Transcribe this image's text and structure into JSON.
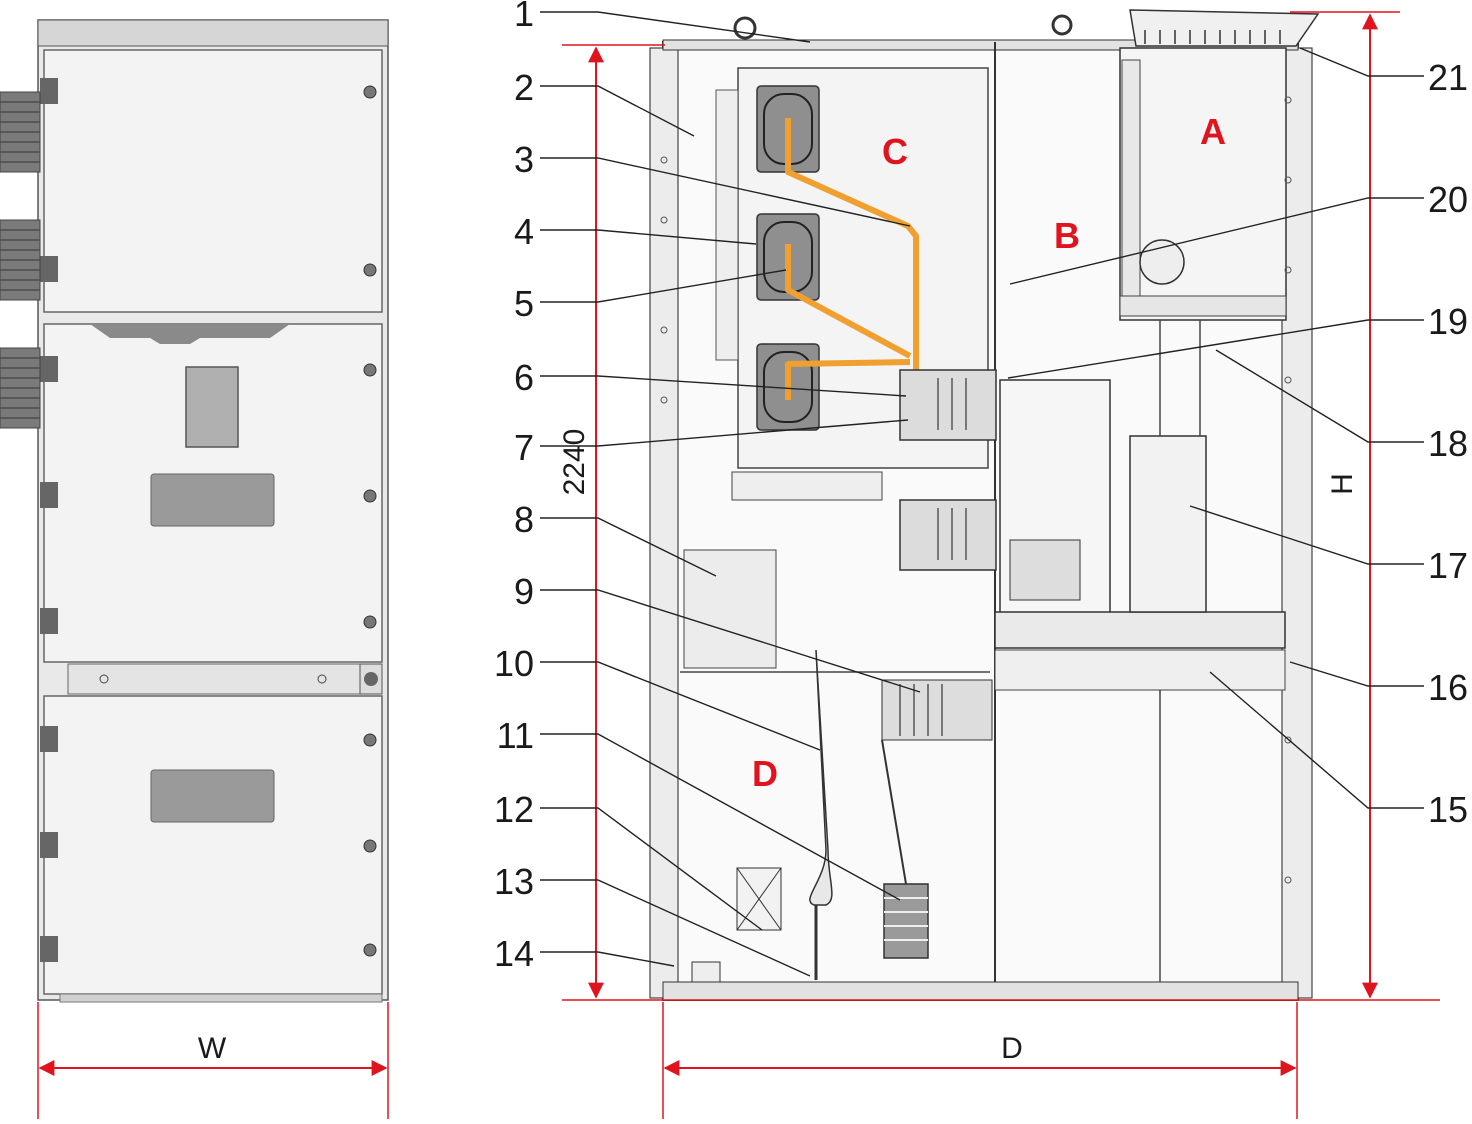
{
  "diagram": {
    "callouts_left": [
      "1",
      "2",
      "3",
      "4",
      "5",
      "6",
      "7",
      "8",
      "9",
      "10",
      "11",
      "12",
      "13",
      "14"
    ],
    "callouts_right": [
      "21",
      "20",
      "19",
      "18",
      "17",
      "16",
      "15"
    ],
    "zones": {
      "A": "A",
      "B": "B",
      "C": "C",
      "D": "D"
    },
    "dimensions": {
      "height_value": "2240",
      "height_symbol": "H",
      "width_symbol": "W",
      "depth_symbol": "D"
    }
  },
  "colors": {
    "busbar": "#f0a030",
    "zone_label": "#e0141e",
    "panel_fill": "#f2f2f2",
    "line": "#333333",
    "dim_line": "#e0141e"
  }
}
